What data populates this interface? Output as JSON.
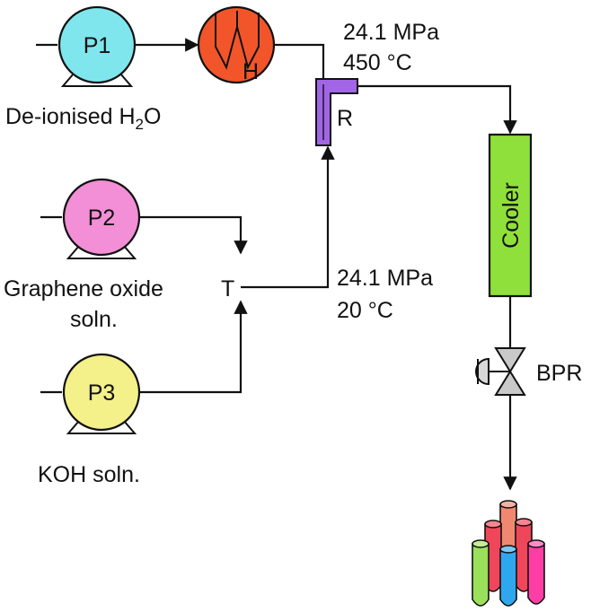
{
  "pumps": [
    {
      "id": "P1",
      "label": "De-ionised H",
      "label_sub": "2",
      "label_tail": "O",
      "color": "#7fe6ee"
    },
    {
      "id": "P2",
      "label_line1": "Graphene oxide",
      "label_line2": "soln.",
      "color": "#f28fd6"
    },
    {
      "id": "P3",
      "label": "KOH soln.",
      "color": "#f4f08a"
    }
  ],
  "heater": {
    "letter": "H",
    "color": "#f2552a"
  },
  "reactor": {
    "letter": "R",
    "color": "#a265e6"
  },
  "tee": {
    "letter": "T"
  },
  "cooler": {
    "label": "Cooler",
    "color": "#8fe03a"
  },
  "bpr": {
    "label": "BPR"
  },
  "conditions_reactor": {
    "pressure": "24.1 MPa",
    "temperature": "450 °C"
  },
  "conditions_inlet": {
    "pressure": "24.1 MPa",
    "temperature": "20 °C"
  },
  "colors": {
    "line": "#111111",
    "vial_pink": "#ff3ea5",
    "vial_blue": "#2fa7ee",
    "vial_green": "#9be05a",
    "vial_salmon": "#f08870",
    "vial_red": "#f0465a"
  }
}
